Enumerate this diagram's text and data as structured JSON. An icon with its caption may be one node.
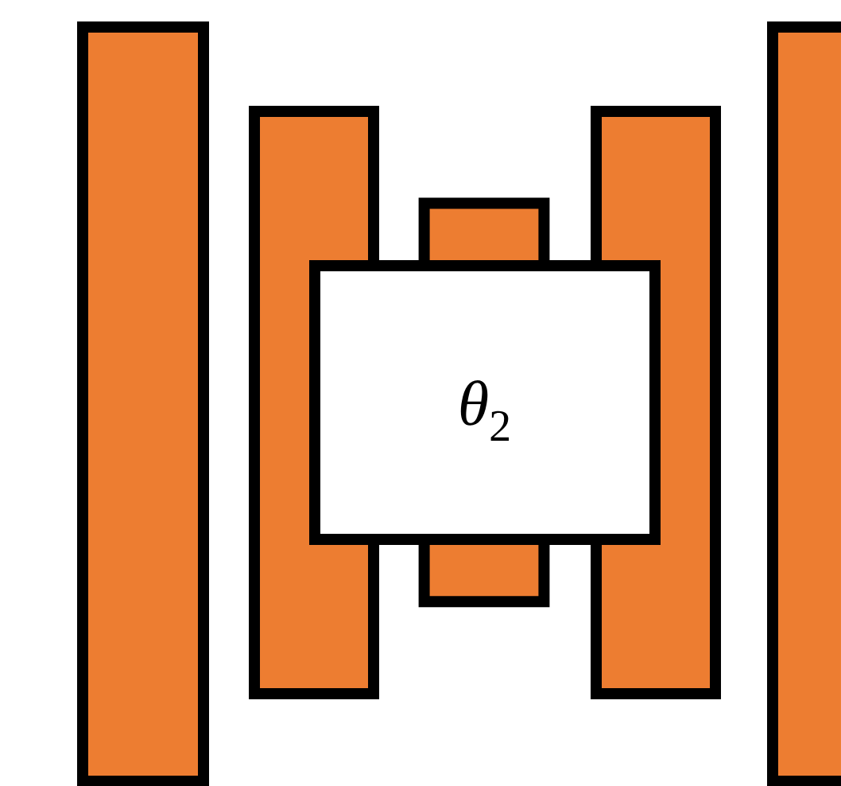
{
  "diagram": {
    "nodes": [
      {
        "text": [],
        "shape": "bar"
      },
      {
        "text": [],
        "shape": "bar"
      },
      {
        "text": [
          "*θ*$_{2}$"
        ]
      },
      {
        "text": [],
        "shape": "bar"
      },
      {
        "text": [],
        "shape": "bar"
      },
      {
        "text": [],
        "shape": "bar"
      },
      {
        "text": [],
        "shape": "bar"
      }
    ]
  }
}
